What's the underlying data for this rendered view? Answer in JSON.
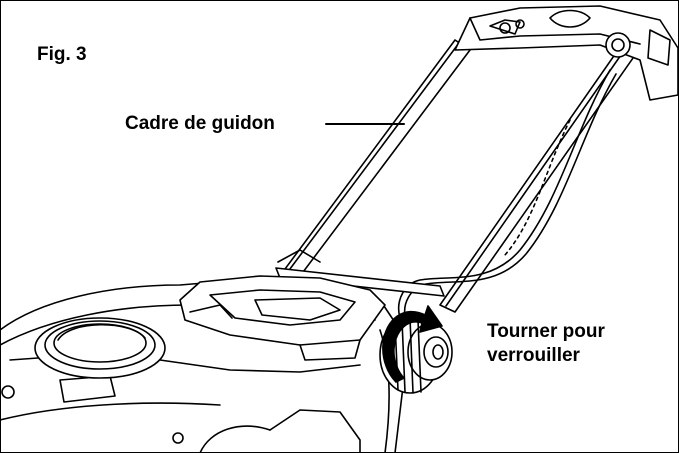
{
  "figure": {
    "label": "Fig. 3"
  },
  "callouts": {
    "handle_frame": "Cadre de guidon",
    "turn_line1": "Tourner pour",
    "turn_line2": "verrouiller"
  },
  "colors": {
    "line": "#000000",
    "background": "#ffffff",
    "shade": "#d9d9d9"
  }
}
